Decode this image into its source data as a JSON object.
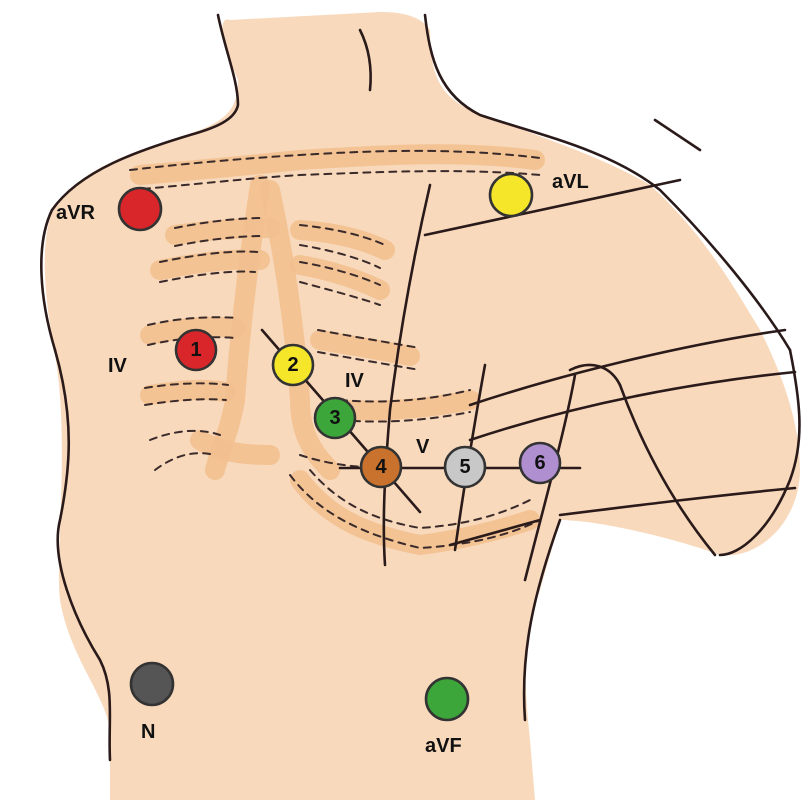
{
  "colors": {
    "skin": "#f8d9bc",
    "sternum": "#f2c08f",
    "outline": "#2a1a1a"
  },
  "limb_electrodes": [
    {
      "id": "aVR",
      "label": "aVR",
      "color": "#d9262a"
    },
    {
      "id": "aVL",
      "label": "aVL",
      "color": "#f5e62a"
    },
    {
      "id": "N",
      "label": "N",
      "color": "#555555"
    },
    {
      "id": "aVF",
      "label": "aVF",
      "color": "#3da63a"
    }
  ],
  "chest_electrodes": [
    {
      "id": "V1",
      "number": "1",
      "color": "#d9262a"
    },
    {
      "id": "V2",
      "number": "2",
      "color": "#f5e62a"
    },
    {
      "id": "V3",
      "number": "3",
      "color": "#3da63a"
    },
    {
      "id": "V4",
      "number": "4",
      "color": "#c9722e"
    },
    {
      "id": "V5",
      "number": "5",
      "color": "#c8c8c8"
    },
    {
      "id": "V6",
      "number": "6",
      "color": "#b08fd0"
    }
  ],
  "intercostal_labels": {
    "left_iv": "IV",
    "right_iv": "IV",
    "v": "V"
  }
}
